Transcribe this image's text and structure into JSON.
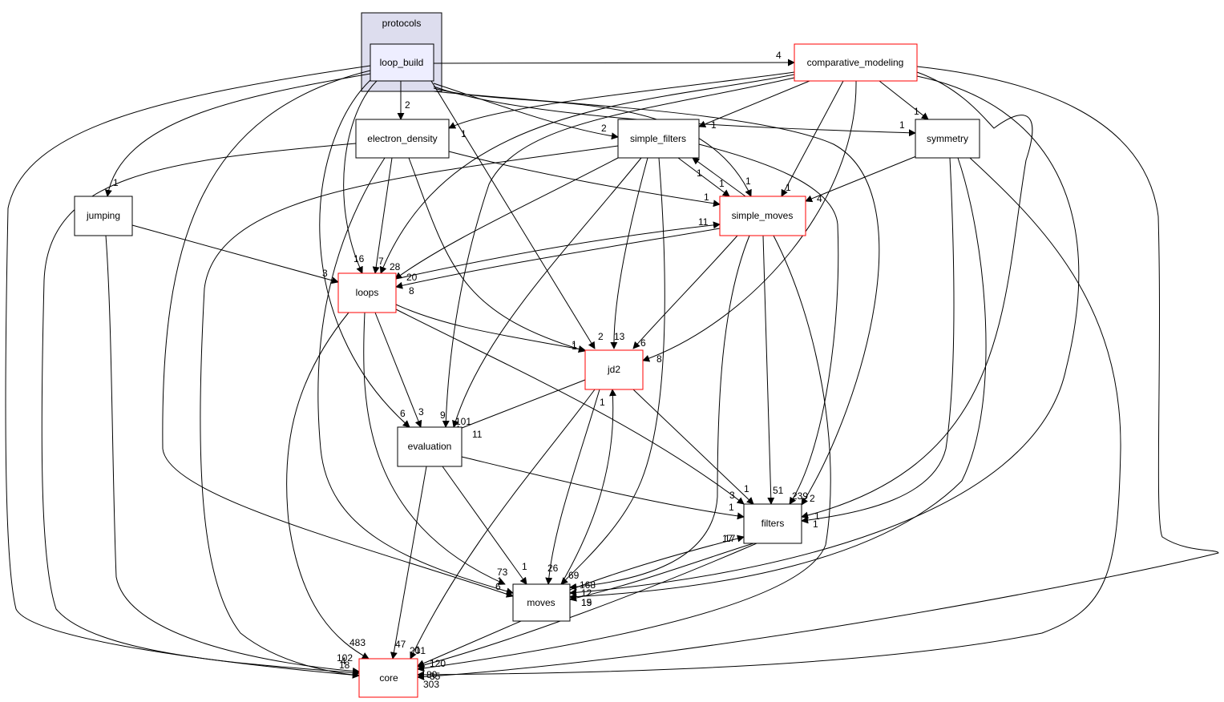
{
  "cluster": {
    "label": "protocols"
  },
  "nodes": {
    "loop_build": {
      "label": "loop_build",
      "border": "#000000",
      "fill": "#eeeeff"
    },
    "comparative_modeling": {
      "label": "comparative_modeling",
      "border": "#ff0000",
      "fill": "#ffffff"
    },
    "electron_density": {
      "label": "electron_density",
      "border": "#000000",
      "fill": "#ffffff"
    },
    "simple_filters": {
      "label": "simple_filters",
      "border": "#000000",
      "fill": "#ffffff"
    },
    "symmetry": {
      "label": "symmetry",
      "border": "#000000",
      "fill": "#ffffff"
    },
    "jumping": {
      "label": "jumping",
      "border": "#000000",
      "fill": "#ffffff"
    },
    "simple_moves": {
      "label": "simple_moves",
      "border": "#ff0000",
      "fill": "#ffffff"
    },
    "loops": {
      "label": "loops",
      "border": "#ff0000",
      "fill": "#ffffff"
    },
    "jd2": {
      "label": "jd2",
      "border": "#ff0000",
      "fill": "#ffffff"
    },
    "evaluation": {
      "label": "evaluation",
      "border": "#000000",
      "fill": "#ffffff"
    },
    "filters": {
      "label": "filters",
      "border": "#000000",
      "fill": "#ffffff"
    },
    "moves": {
      "label": "moves",
      "border": "#000000",
      "fill": "#ffffff"
    },
    "core": {
      "label": "core",
      "border": "#ff0000",
      "fill": "#ffffff"
    }
  },
  "edge_labels": {
    "lb_cm": "4",
    "lb_ed": "2",
    "lb_sf": "2",
    "lb_sym": "1",
    "lb_jump": "1",
    "lb_sm": "1",
    "lb_loops": "16",
    "lb_jd2": "2",
    "lb_eval": "6",
    "lb_filters": "2",
    "lb_moves": "6",
    "lb_core": "102",
    "cm_ed": "1",
    "cm_sf": "1",
    "cm_sym": "1",
    "cm_sm": "1",
    "cm_loops": "28",
    "cm_jd2": "8",
    "cm_eval": "9",
    "cm_filters": "1",
    "cm_moves": "12",
    "cm_core": "303",
    "ed_loops": "7",
    "ed_sm": "1",
    "ed_jd2": "1",
    "ed_moves": "1",
    "ed_core": "18",
    "sf_sm": "1",
    "sf_loops": "20",
    "sf_jd2": "13",
    "sf_eval": "101",
    "sf_filters": "239",
    "sf_moves": "69",
    "sf_core": "80",
    "sym_sm": "4",
    "sym_filters": "1",
    "sym_moves": "19",
    "sym_core": "35",
    "jump_loops": "3",
    "jump_core": "4",
    "sm_sf": "1",
    "sm_loops": "8",
    "sm_jd2": "6",
    "sm_filters": "51",
    "sm_moves": "168",
    "sm_core": "120",
    "loops_sm": "11",
    "loops_jd2": "1",
    "loops_eval": "3",
    "loops_filters": "3",
    "loops_moves": "73",
    "loops_core": "483",
    "jd2_eval": "11",
    "jd2_filters": "1",
    "jd2_moves": "26",
    "jd2_core": "1",
    "eval_filters": "1",
    "eval_moves": "1",
    "eval_core": "47",
    "filters_moves": "15",
    "filters_core": "17",
    "moves_jd2": "1",
    "moves_filters": "17",
    "moves_core": "201"
  }
}
